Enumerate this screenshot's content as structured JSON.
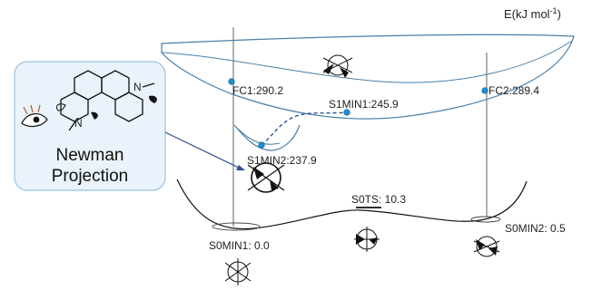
{
  "energy_unit": {
    "main": "E(kJ mol",
    "sup": "-1",
    "close": ")"
  },
  "inset": {
    "line1": "Newman",
    "line2": "Projection"
  },
  "points": {
    "fc1": "FC1:290.2",
    "fc2": "FC2:289.4",
    "s1min1": "S1MIN1:245.9",
    "s1min2": "S1MIN2:237.9",
    "s0ts": "S0TS: 10.3",
    "s0min1": "S0MIN1: 0.0",
    "s0min2": "S0MIN2: 0.5"
  },
  "colors": {
    "surface": "#4a7fa8",
    "point": "#1f8fd0",
    "inset_fill": "#eaf3fb",
    "inset_border": "#9cc2e0",
    "arrow": "#2f4f8f"
  }
}
